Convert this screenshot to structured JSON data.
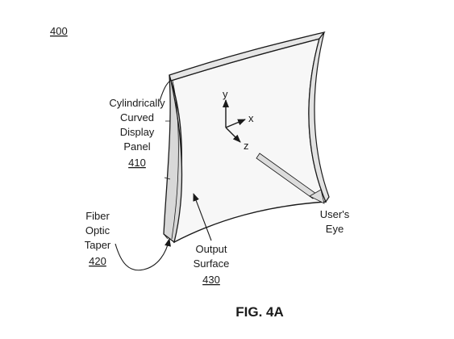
{
  "figure_ref": "400",
  "figure_caption": "FIG. 4A",
  "labels": {
    "display_panel": {
      "lines": [
        "Cylindrically",
        "Curved",
        "Display",
        "Panel"
      ],
      "ref": "410"
    },
    "fiber_taper": {
      "lines": [
        "Fiber",
        "Optic",
        "Taper"
      ],
      "ref": "420"
    },
    "output_surface": {
      "lines": [
        "Output",
        "Surface"
      ],
      "ref": "430"
    },
    "users_eye": {
      "lines": [
        "User's",
        "Eye"
      ]
    }
  },
  "axes": {
    "y": "y",
    "x": "x",
    "z": "z"
  },
  "colors": {
    "ink": "#1a1a1a",
    "paper": "#ffffff",
    "panel_face": "#f7f7f7",
    "beam": "#dcdcdc"
  }
}
